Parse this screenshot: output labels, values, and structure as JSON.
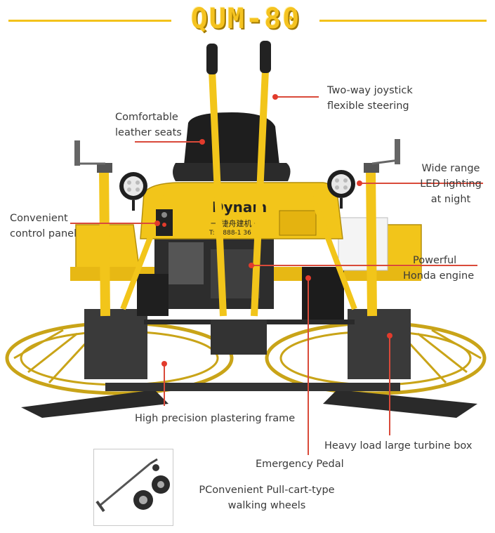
{
  "title": "QUM-80",
  "colors": {
    "accent": "#f3c21b",
    "machine_yellow": "#f2c51a",
    "leader_red": "#d94a3a",
    "dark_metal": "#2a2a2a"
  },
  "machine": {
    "brand_text": "Dynam",
    "brand_cn": "一 捷舟建机 一",
    "phone_text": "T:    0-888-1  36"
  },
  "labels": {
    "joystick": {
      "line1": "Two-way joystick",
      "line2": "flexible steering"
    },
    "seats": {
      "line1": "Comfortable",
      "line2": "leather seats"
    },
    "led": {
      "line1": "Wide range",
      "line2": "LED lighting",
      "line3": "at night"
    },
    "control": {
      "line1": "Convenient",
      "line2": "control panel"
    },
    "engine": {
      "line1": "Powerful",
      "line2": "Honda engine"
    },
    "frame": "High precision plastering frame",
    "turbine": "Heavy load large turbine box",
    "pedal": "Emergency Pedal",
    "wheels": {
      "line1": "PConvenient Pull-cart-type",
      "line2": "walking wheels"
    }
  },
  "icons": {
    "machine": "power-trowel-illustration",
    "wheels": "pull-cart-wheels-illustration"
  }
}
